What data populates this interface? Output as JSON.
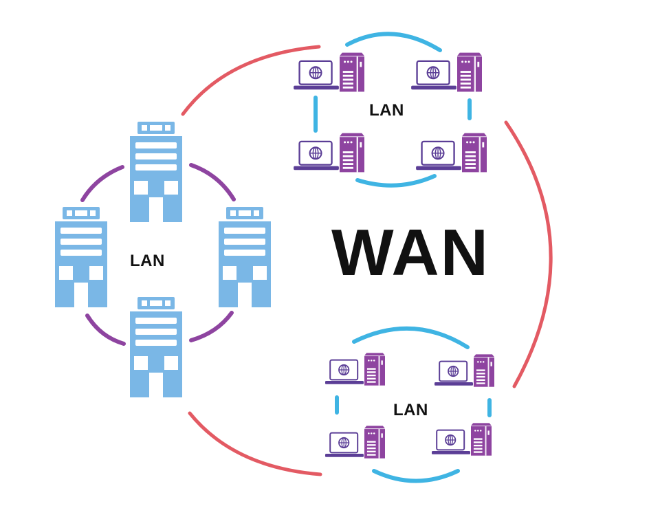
{
  "labels": {
    "wan": "WAN",
    "lan_buildings": "LAN",
    "lan_top": "LAN",
    "lan_bottom": "LAN"
  },
  "colors": {
    "wan_ring": "#e35a63",
    "lan_ring_buildings": "#8e44a0",
    "lan_ring_computers": "#3fb4e3",
    "building": "#7ab7e6",
    "laptop": "#5b3e96",
    "server": "#8e44a0"
  },
  "icons": {
    "building": "office-building-icon",
    "laptop": "laptop-globe-icon",
    "server": "server-tower-icon"
  }
}
